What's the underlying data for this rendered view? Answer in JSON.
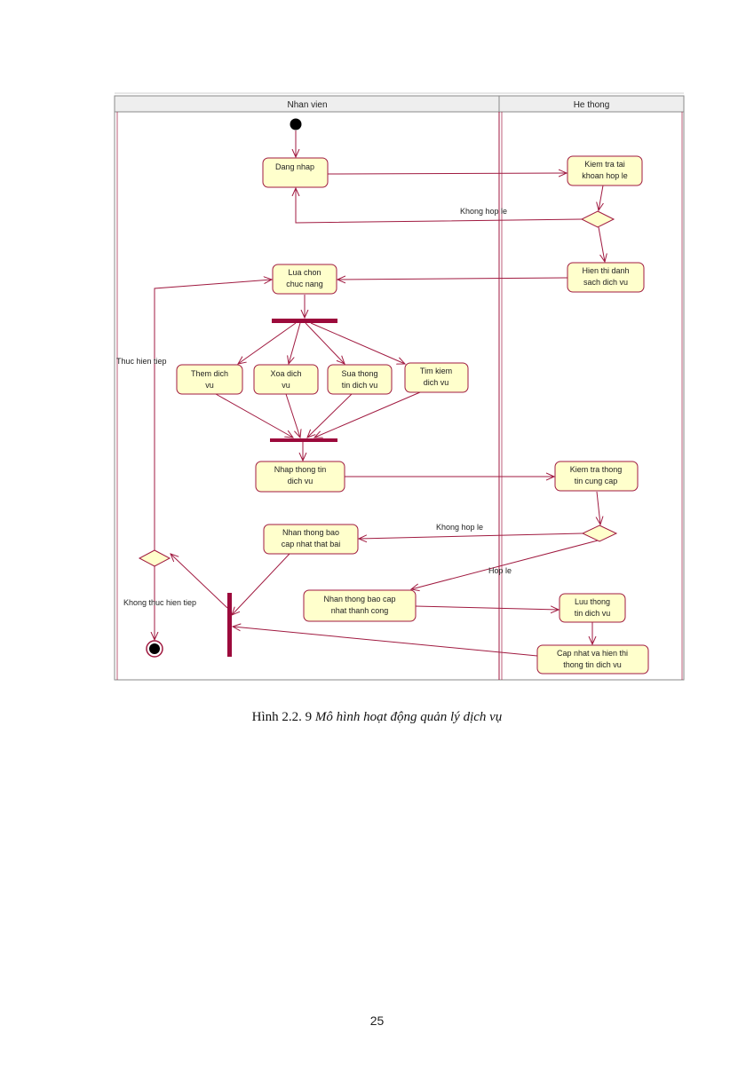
{
  "swimlanes": {
    "left": "Nhan vien",
    "right": "He thong"
  },
  "activities": {
    "dang_nhap": [
      "Dang nhap"
    ],
    "kiem_tra_tai_khoan": [
      "Kiem tra tai",
      "khoan hop le"
    ],
    "hien_thi_danh_sach": [
      "Hien thi danh",
      "sach dich vu"
    ],
    "lua_chon": [
      "Lua chon",
      "chuc nang"
    ],
    "them": [
      "Them dich",
      "vu"
    ],
    "xoa": [
      "Xoa dich",
      "vu"
    ],
    "sua": [
      "Sua thong",
      "tin dich vu"
    ],
    "tim_kiem": [
      "Tim kiem",
      "dich vu"
    ],
    "nhap_thong_tin": [
      "Nhap thong tin",
      "dich vu"
    ],
    "kiem_tra_thong_tin": [
      "Kiem tra thong",
      "tin cung cap"
    ],
    "thong_bao_that_bai": [
      "Nhan thong bao",
      "cap nhat that bai"
    ],
    "thong_bao_thanh_cong": [
      "Nhan thong bao cap",
      "nhat thanh cong"
    ],
    "luu_thong_tin": [
      "Luu thong",
      "tin dich vu"
    ],
    "cap_nhat_hien_thi": [
      "Cap nhat va hien thi",
      "thong tin dich vu"
    ]
  },
  "guards": {
    "khong_hop_le_1": "Khong hop le",
    "khong_hop_le_2": "Khong hop le",
    "hop_le": "Hop le",
    "thuc_hien_tiep": "Thuc hien tiep",
    "khong_thuc_hien_tiep": "Khong thuc hien tiep"
  },
  "colors": {
    "node_fill": "#ffffcc",
    "node_stroke": "#a01a40",
    "bar": "#9c0a3c",
    "lane_header": "#eeeeee"
  },
  "caption": {
    "prefix": "Hình 2.2. 9 ",
    "title": "Mô hình hoạt động quản lý dịch vụ"
  },
  "page_number": "25"
}
